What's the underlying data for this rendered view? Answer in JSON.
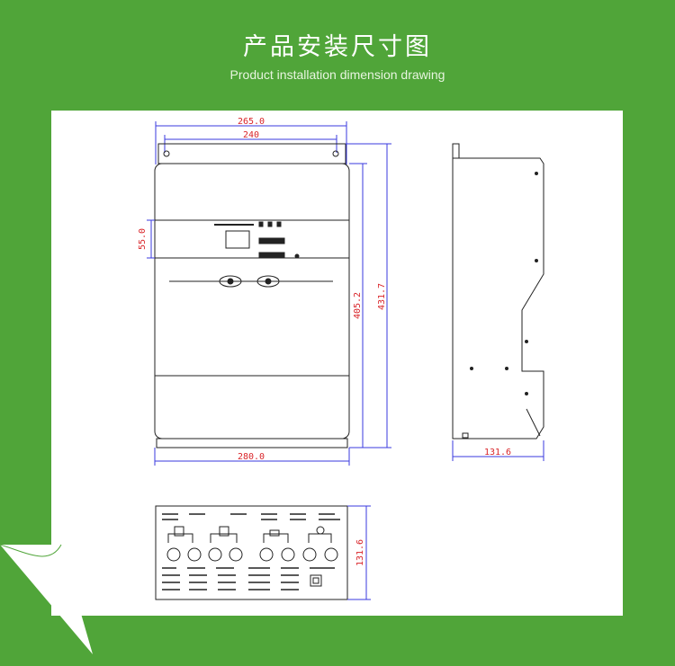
{
  "header": {
    "title": "产品安装尺寸图",
    "subtitle": "Product installation dimension drawing"
  },
  "dimensions": {
    "front_top_outer": "265.0",
    "front_top_inner": "240",
    "front_panel_height": "55.0",
    "front_body_height": "405.2",
    "front_total_height": "431.7",
    "front_bottom_width": "280.0",
    "side_depth": "131.6",
    "bottom_depth": "131.6"
  },
  "colors": {
    "background": "#50a539",
    "paper": "#ffffff",
    "dimension_text": "#d9252a",
    "dimension_line": "#3a3adf",
    "outline": "#222222"
  }
}
